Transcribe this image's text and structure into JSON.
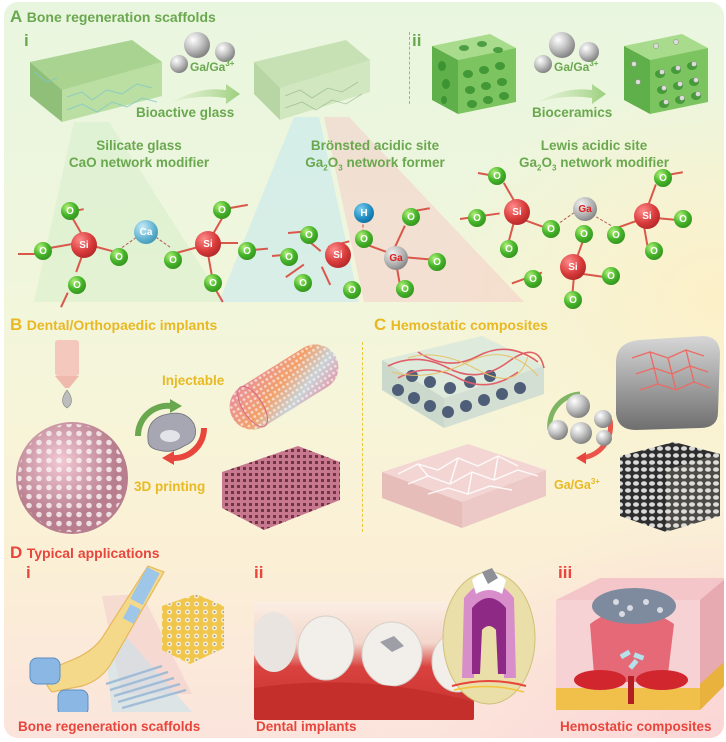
{
  "section_a": {
    "letter": "A",
    "title": "Bone regeneration scaffolds",
    "panel_i": {
      "roman": "i",
      "reagent_label": "Ga/Ga",
      "reagent_charge": "3+",
      "arrow_label": "Bioactive glass",
      "left_caption_line1": "Silicate glass",
      "left_caption_line2": "CaO network modifier",
      "mid_caption_line1": "Brönsted acidic site",
      "mid_caption_line2_prefix": "Ga",
      "mid_caption_line2_sub1": "2",
      "mid_caption_line2_mid": "O",
      "mid_caption_line2_sub2": "3",
      "mid_caption_line2_suffix": " network former"
    },
    "panel_ii": {
      "roman": "ii",
      "reagent_label": "Ga/Ga",
      "reagent_charge": "3+",
      "arrow_label": "Bioceramics",
      "caption_line1": "Lewis acidic site",
      "caption_line2_prefix": "Ga",
      "caption_line2_sub1": "2",
      "caption_line2_mid": "O",
      "caption_line2_sub2": "3",
      "caption_line2_suffix": " network modifier"
    },
    "atoms": {
      "oxygen": "O",
      "silicon": "Si",
      "calcium": "Ca",
      "gallium": "Ga",
      "hydrogen": "H"
    }
  },
  "section_b": {
    "letter": "B",
    "title": "Dental/Orthopaedic implants",
    "label_top": "Injectable",
    "label_bottom": "3D printing"
  },
  "section_c": {
    "letter": "C",
    "title": "Hemostatic composites",
    "reagent_label": "Ga/Ga",
    "reagent_charge": "3+"
  },
  "section_d": {
    "letter": "D",
    "title": "Typical applications",
    "panels": [
      {
        "roman": "i",
        "caption": "Bone regeneration scaffolds"
      },
      {
        "roman": "ii",
        "caption": "Dental implants"
      },
      {
        "roman": "iii",
        "caption": "Hemostatic composites"
      }
    ]
  },
  "colors": {
    "section_a": "#6aa84f",
    "section_b_c": "#e8b923",
    "section_d": "#e8453c",
    "oxygen": "#46b52a",
    "silicon": "#d83a3a",
    "calcium": "#5cb0cf",
    "gallium": "#a9a9a9",
    "hydrogen": "#1b89be"
  }
}
